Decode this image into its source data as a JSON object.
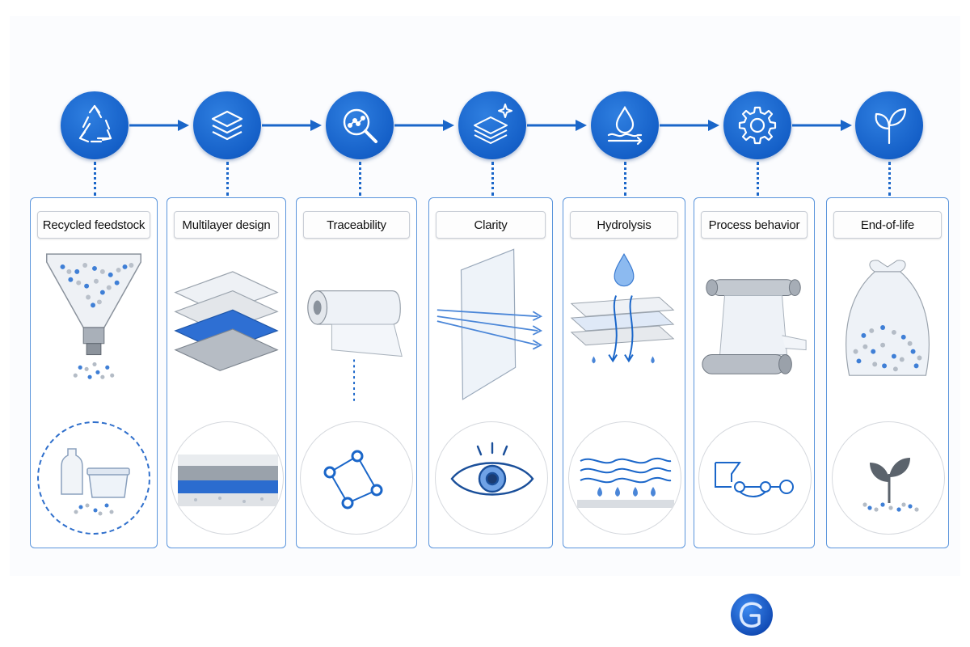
{
  "steps": [
    {
      "icon": "recycle-icon",
      "label": "Recycled feedstock"
    },
    {
      "icon": "layers-icon",
      "label": "Multilayer design"
    },
    {
      "icon": "magnifier-icon",
      "label": "Traceability"
    },
    {
      "icon": "sparkle-layers-icon",
      "label": "Clarity"
    },
    {
      "icon": "water-drop-icon",
      "label": "Hydrolysis"
    },
    {
      "icon": "gear-icon",
      "label": "Process behavior"
    },
    {
      "icon": "leaf-icon",
      "label": "End-of-life"
    }
  ],
  "colors": {
    "primary": "#1a66c9",
    "card_border": "#5b95dc",
    "accent_light": "#9cc2ef"
  }
}
